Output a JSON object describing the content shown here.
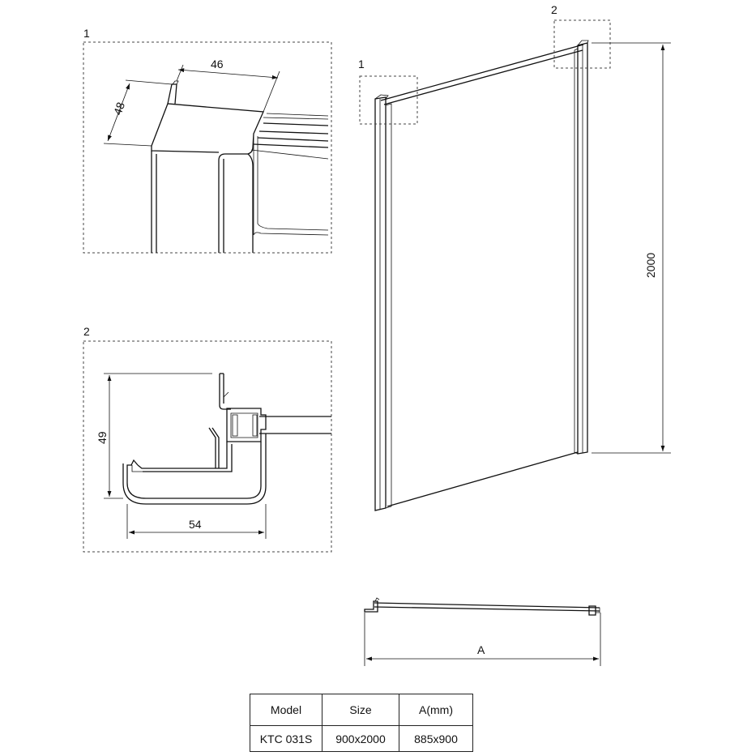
{
  "detail_1": {
    "label": "1",
    "dim_width": "46",
    "dim_depth": "48"
  },
  "detail_2": {
    "label": "2",
    "dim_height": "49",
    "dim_width": "54"
  },
  "panel": {
    "callout_1": "1",
    "callout_2": "2",
    "dim_height": "2000"
  },
  "plan_view": {
    "dim_label": "A"
  },
  "spec_table": {
    "headers": [
      "Model",
      "Size",
      "A(mm)"
    ],
    "rows": [
      [
        "KTC 031S",
        "900x2000",
        "885x900"
      ]
    ]
  }
}
